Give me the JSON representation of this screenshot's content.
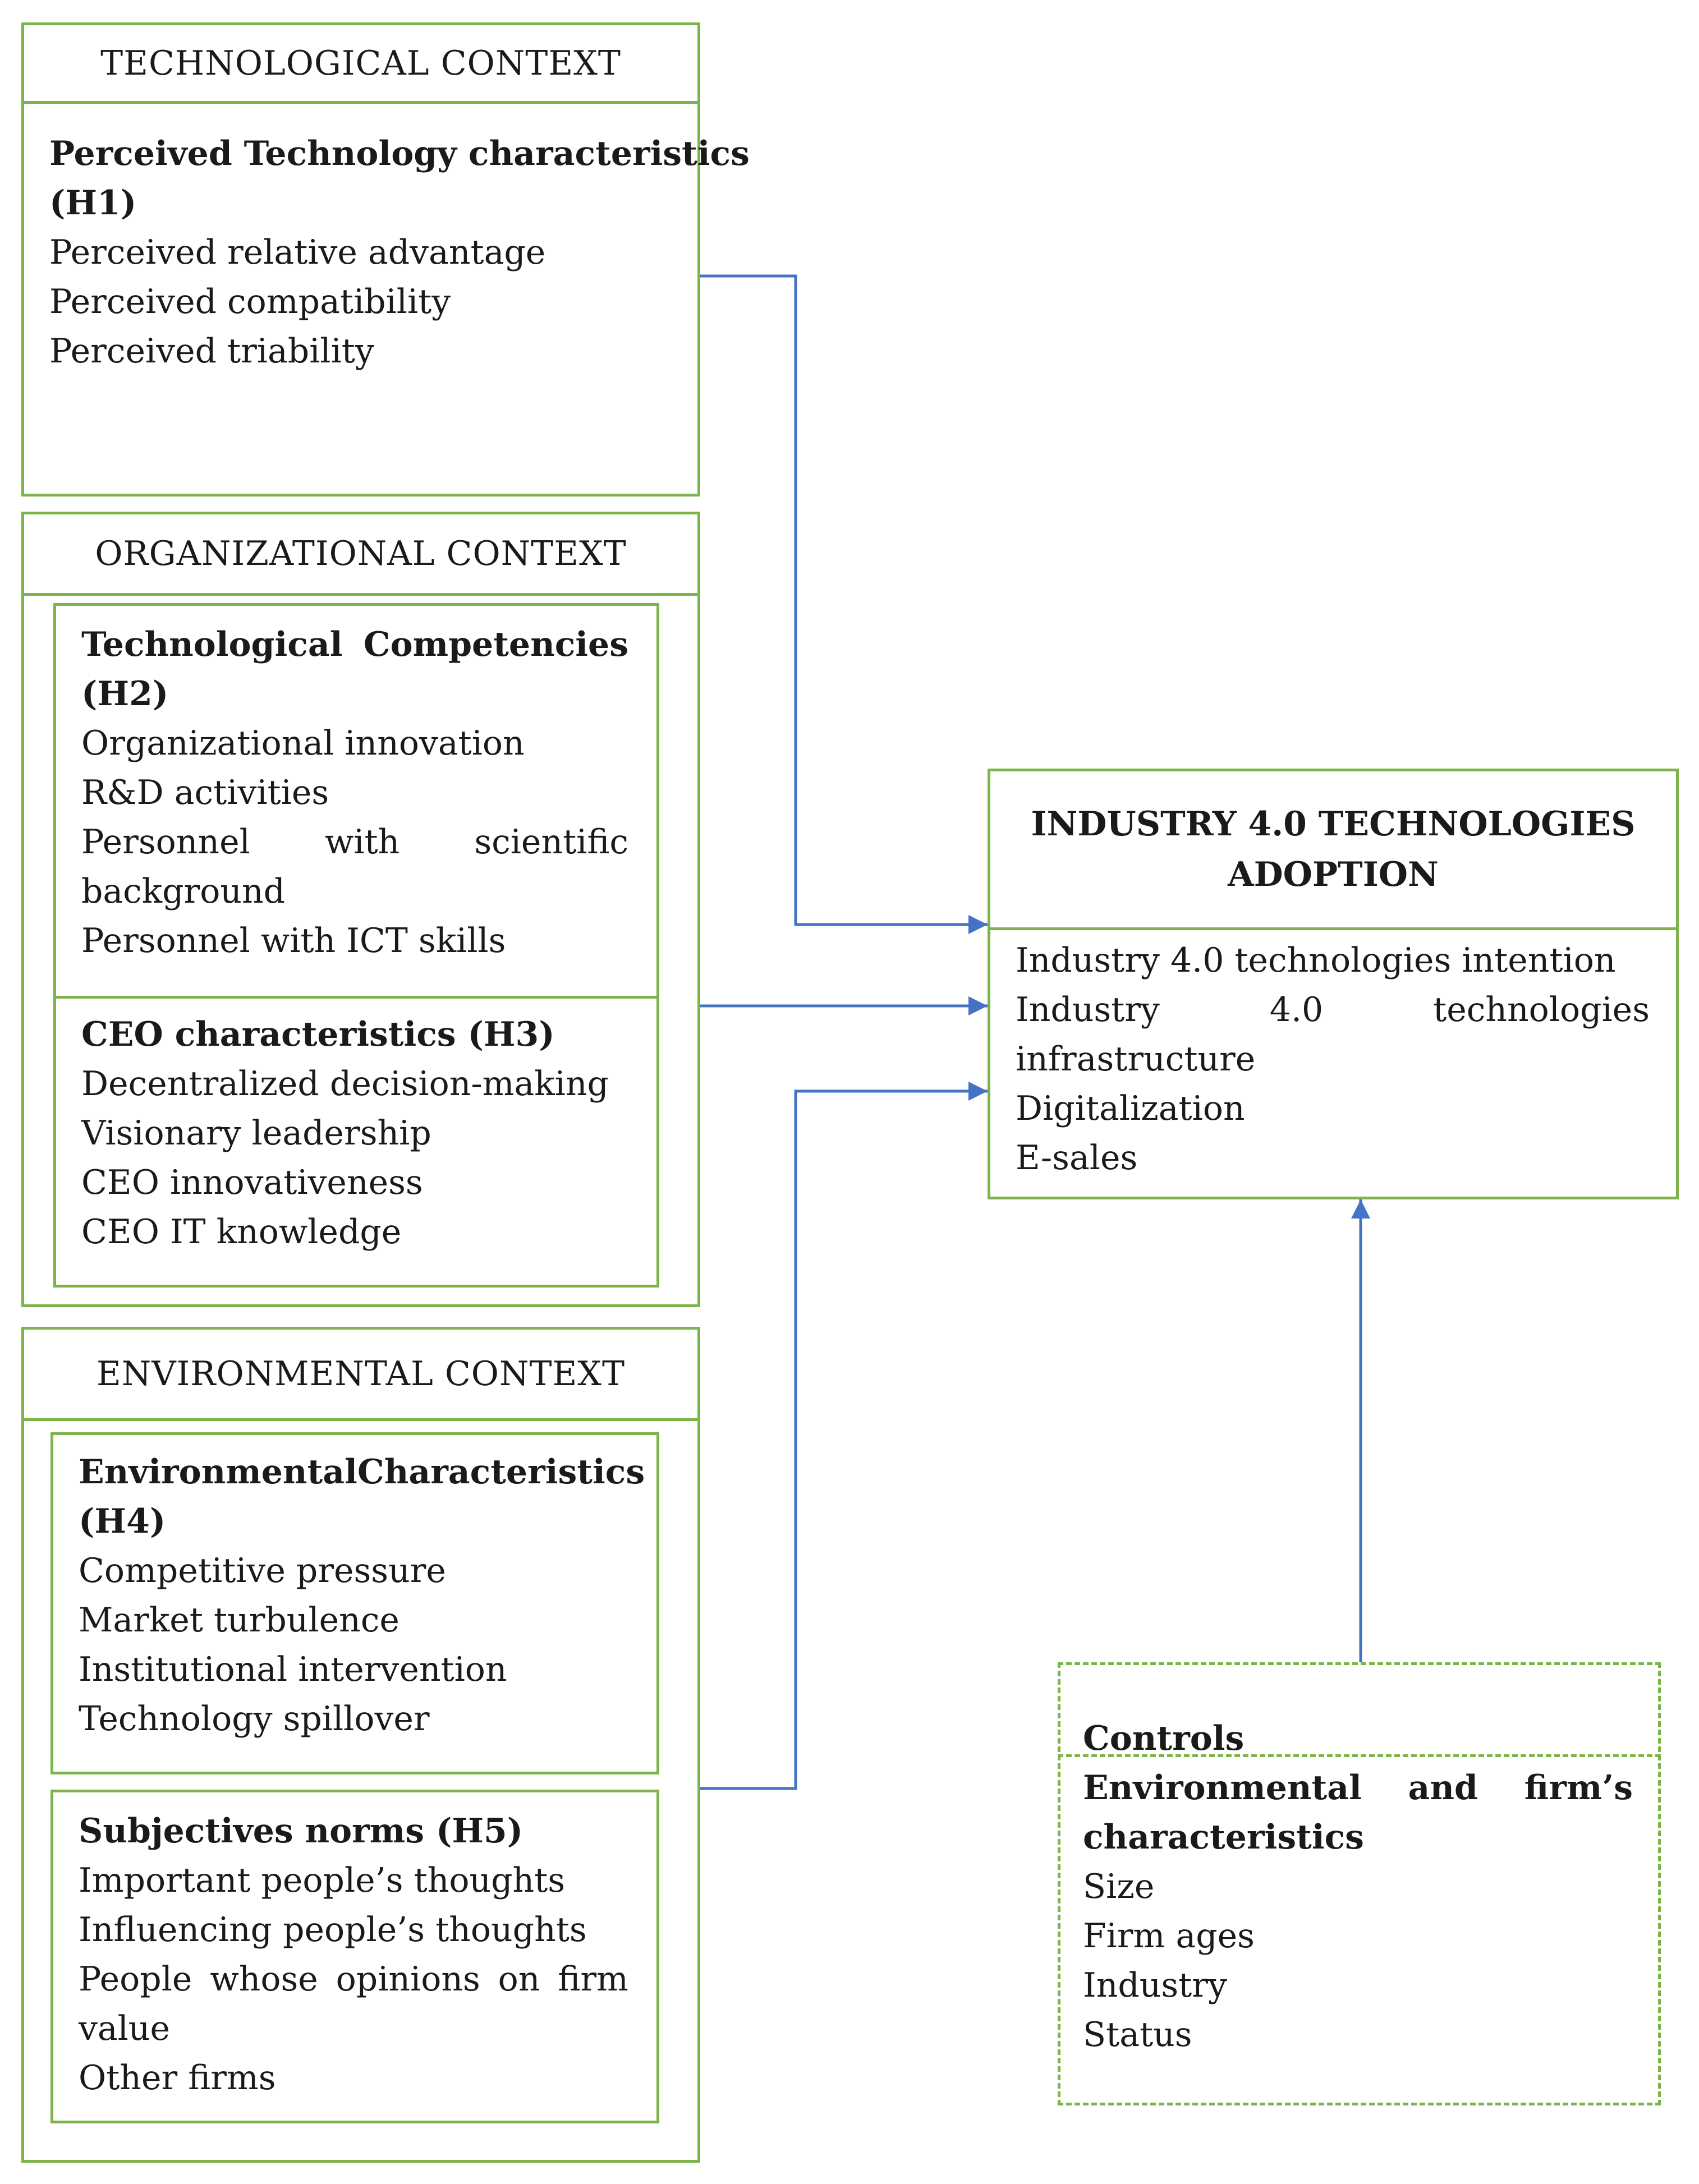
{
  "technological": {
    "header": "TECHNOLOGICAL  CONTEXT",
    "title_line1": "Perceived Technology characteristics",
    "title_line2": "(H1)",
    "items": [
      "Perceived relative advantage",
      "Perceived compatibility",
      "Perceived triability"
    ]
  },
  "organizational": {
    "header": "ORGANIZATIONAL  CONTEXT",
    "competencies": {
      "title_w1": "Technological",
      "title_w2": "Competencies",
      "title_line2": "(H2)",
      "item1": "Organizational innovation",
      "item2": "R&D activities",
      "item3_w1": "Personnel",
      "item3_w2": "with",
      "item3_w3": "scientific",
      "item3_line2": "background",
      "item4": "Personnel with ICT skills"
    },
    "ceo": {
      "title": "CEO characteristics  (H3)",
      "items": [
        "Decentralized decision-making",
        "Visionary leadership",
        "CEO innovativeness",
        "CEO IT knowledge"
      ]
    }
  },
  "environmental": {
    "header": "ENVIRONMENTAL  CONTEXT",
    "characteristics": {
      "title_w1": "Environmental",
      "title_w2": "Characteristics",
      "title_line2": "(H4)",
      "items": [
        "Competitive pressure",
        "Market turbulence",
        "Institutional intervention",
        "Technology spillover"
      ]
    },
    "norms": {
      "title": "Subjectives norms (H5)",
      "item1": "Important people’s thoughts",
      "item2": "Influencing people’s thoughts",
      "item3_words": [
        "People",
        "whose",
        "opinions",
        "on",
        "firm"
      ],
      "item3_line2": "value",
      "item4": "Other firms"
    }
  },
  "adoption": {
    "title_line1": "INDUSTRY 4.0 TECHNOLOGIES",
    "title_line2": "ADOPTION",
    "item1": "Industry 4.0 technologies intention",
    "item2_words": [
      "Industry",
      "4.0",
      "technologies"
    ],
    "item2_line2": "infrastructure",
    "item3": "Digitalization",
    "item4": "E-sales"
  },
  "controls": {
    "title": "Controls",
    "sub_words": [
      "Environmental",
      "and",
      "firm’s"
    ],
    "sub_line2": "characteristics",
    "items": [
      "Size",
      "Firm ages",
      "Industry",
      "Status"
    ]
  },
  "colors": {
    "box_border": "#7db44a",
    "arrow": "#4472c4"
  }
}
